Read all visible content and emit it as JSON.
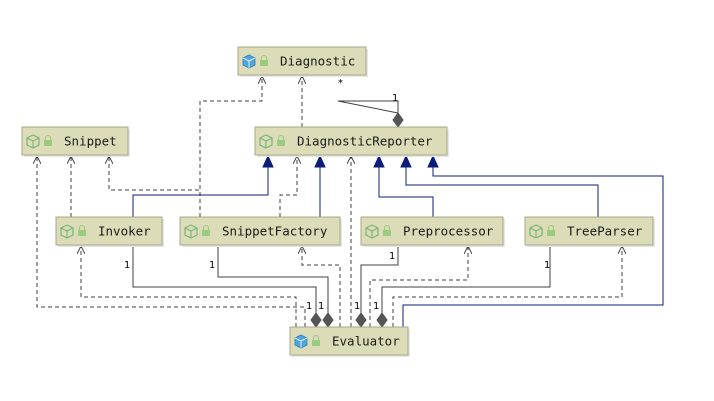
{
  "diagram": {
    "classes": [
      {
        "id": "diagnostic",
        "label": "Diagnostic",
        "kind": "interface"
      },
      {
        "id": "snippet",
        "label": "Snippet",
        "kind": "class"
      },
      {
        "id": "reporter",
        "label": "DiagnosticReporter",
        "kind": "class"
      },
      {
        "id": "invoker",
        "label": "Invoker",
        "kind": "class"
      },
      {
        "id": "factory",
        "label": "SnippetFactory",
        "kind": "class"
      },
      {
        "id": "preprocessor",
        "label": "Preprocessor",
        "kind": "class"
      },
      {
        "id": "treeparser",
        "label": "TreeParser",
        "kind": "class"
      },
      {
        "id": "evaluator",
        "label": "Evaluator",
        "kind": "interface"
      }
    ],
    "relations": [
      {
        "type": "dependency",
        "from": "factory",
        "to": "diagnostic"
      },
      {
        "type": "dependency",
        "from": "reporter",
        "to": "diagnostic"
      },
      {
        "type": "composition",
        "from": "reporter",
        "to": "diagnostic",
        "whole_mult": "1",
        "part_mult": "*"
      },
      {
        "type": "dependency",
        "from": "invoker",
        "to": "snippet"
      },
      {
        "type": "dependency",
        "from": "factory",
        "to": "snippet"
      },
      {
        "type": "dependency",
        "from": "evaluator",
        "to": "snippet"
      },
      {
        "type": "generalization",
        "from": "invoker",
        "to": "reporter"
      },
      {
        "type": "dependency",
        "from": "factory",
        "to": "reporter"
      },
      {
        "type": "generalization",
        "from": "factory",
        "to": "reporter"
      },
      {
        "type": "dependency",
        "from": "evaluator",
        "to": "reporter"
      },
      {
        "type": "generalization",
        "from": "preprocessor",
        "to": "reporter"
      },
      {
        "type": "generalization",
        "from": "treeparser",
        "to": "reporter"
      },
      {
        "type": "generalization",
        "from": "evaluator",
        "to": "reporter"
      },
      {
        "type": "dependency",
        "from": "evaluator",
        "to": "invoker"
      },
      {
        "type": "composition",
        "from": "evaluator",
        "to": "invoker",
        "whole_mult": "1",
        "part_mult": "1"
      },
      {
        "type": "composition",
        "from": "evaluator",
        "to": "factory",
        "whole_mult": "1",
        "part_mult": "1"
      },
      {
        "type": "dependency",
        "from": "evaluator",
        "to": "factory"
      },
      {
        "type": "composition",
        "from": "evaluator",
        "to": "preprocessor",
        "whole_mult": "1",
        "part_mult": "1"
      },
      {
        "type": "dependency",
        "from": "evaluator",
        "to": "preprocessor"
      },
      {
        "type": "composition",
        "from": "evaluator",
        "to": "treeparser",
        "whole_mult": "1",
        "part_mult": "1"
      },
      {
        "type": "dependency",
        "from": "evaluator",
        "to": "treeparser"
      }
    ],
    "colors": {
      "node_fill": "#dcdcb8",
      "node_border": "#a9a98c",
      "interface_icon": "#4ea5e0",
      "class_icon": "#7ab67a",
      "lock_icon": "#9acb7f",
      "edge": "#404040",
      "generalization_head": "#0c1c7a",
      "diamond": "#555555"
    }
  }
}
